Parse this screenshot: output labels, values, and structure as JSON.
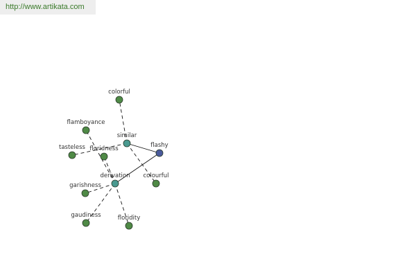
{
  "header": {
    "url_text": "http://www.artikata.com"
  },
  "colors": {
    "leaf_fill": "#4f8a46",
    "relation_fill": "#4a9a90",
    "center_fill": "#4a5a9c",
    "node_stroke": "#2a3a2a",
    "edge_color": "#111111"
  },
  "graph": {
    "nodes": [
      {
        "id": "colorful",
        "label": "colorful",
        "kind": "leaf"
      },
      {
        "id": "flamboyance",
        "label": "flamboyance",
        "kind": "leaf"
      },
      {
        "id": "similar",
        "label": "similar",
        "kind": "relation"
      },
      {
        "id": "flashy",
        "label": "flashy",
        "kind": "center"
      },
      {
        "id": "tasteless",
        "label": "tasteless",
        "kind": "leaf"
      },
      {
        "id": "floridness",
        "label": "floridness",
        "kind": "leaf"
      },
      {
        "id": "derivation",
        "label": "derivation",
        "kind": "relation"
      },
      {
        "id": "colourful",
        "label": "colourful",
        "kind": "leaf"
      },
      {
        "id": "garishness",
        "label": "garishness",
        "kind": "leaf"
      },
      {
        "id": "gaudiness",
        "label": "gaudiness",
        "kind": "leaf"
      },
      {
        "id": "floridity",
        "label": "floridity",
        "kind": "leaf"
      }
    ],
    "edges": [
      {
        "from": "flashy",
        "to": "similar",
        "style": "solid"
      },
      {
        "from": "flashy",
        "to": "derivation",
        "style": "solid"
      },
      {
        "from": "similar",
        "to": "colorful",
        "style": "dashed"
      },
      {
        "from": "similar",
        "to": "tasteless",
        "style": "dashed"
      },
      {
        "from": "similar",
        "to": "colourful",
        "style": "dashed"
      },
      {
        "from": "derivation",
        "to": "flamboyance",
        "style": "dashed"
      },
      {
        "from": "derivation",
        "to": "garishness",
        "style": "dashed"
      },
      {
        "from": "derivation",
        "to": "gaudiness",
        "style": "dashed"
      },
      {
        "from": "derivation",
        "to": "floridity",
        "style": "dashed"
      },
      {
        "from": "derivation",
        "to": "floridness",
        "style": "dashed"
      }
    ]
  }
}
